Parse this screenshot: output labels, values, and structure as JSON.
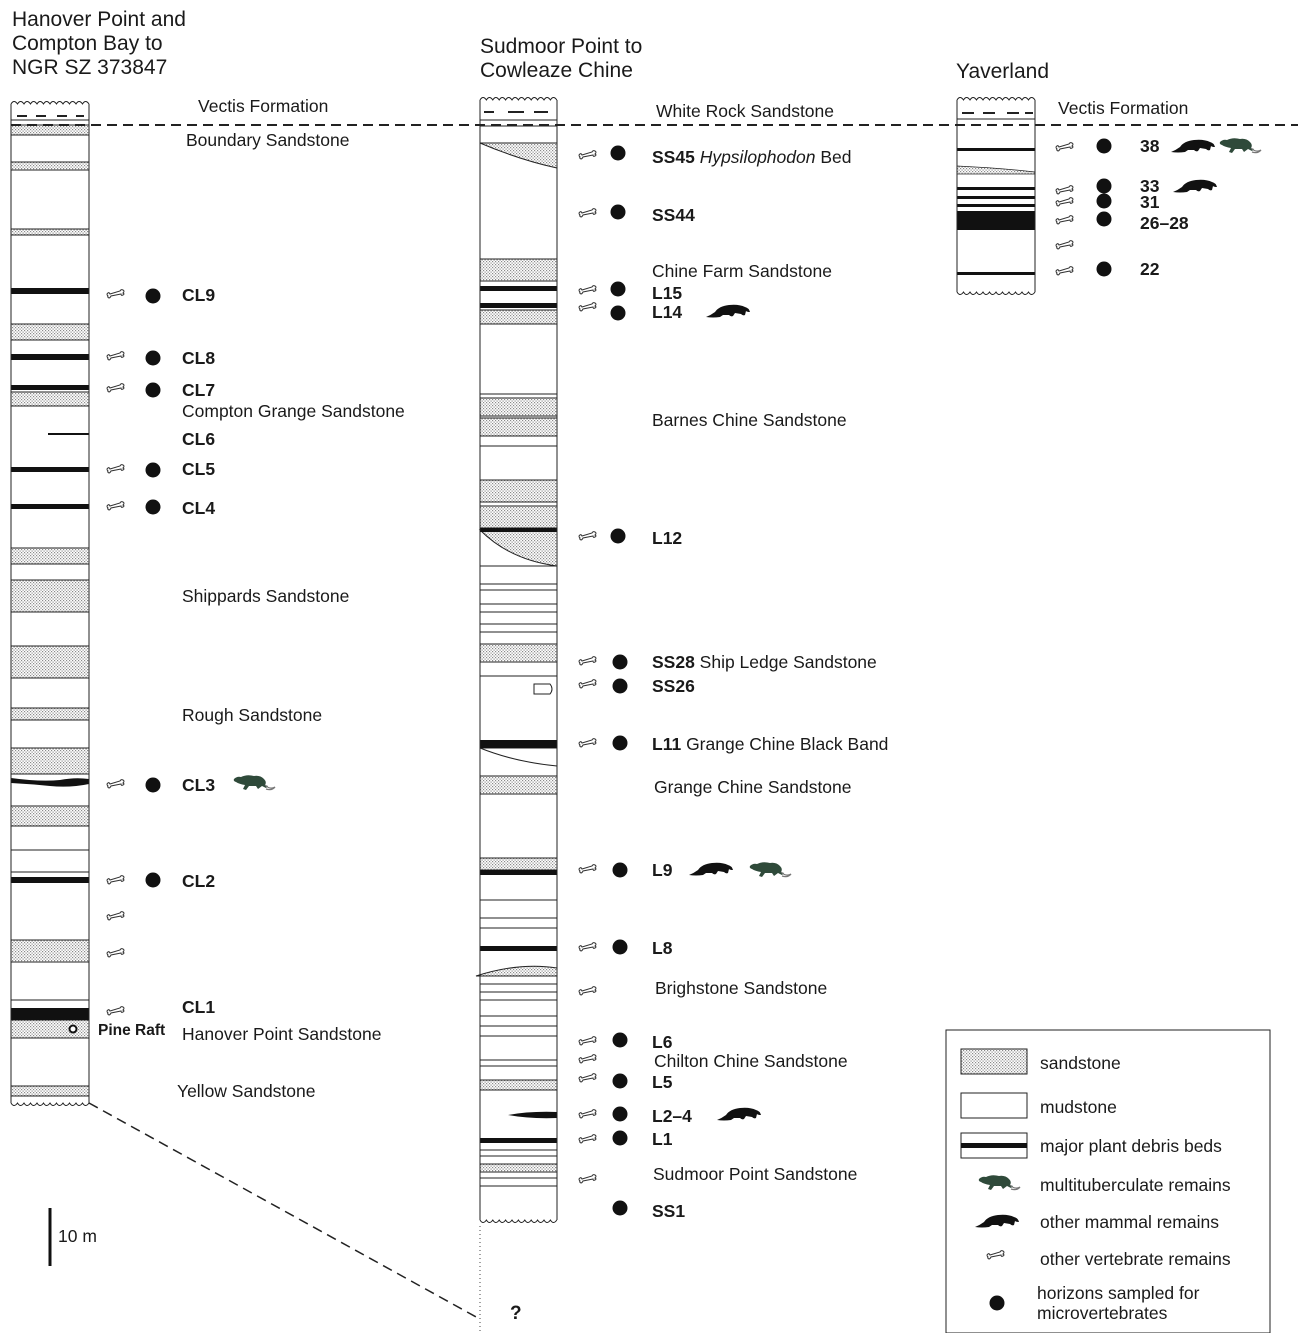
{
  "sections": [
    {
      "key": "hanover",
      "title": "Hanover Point and\nCompton Bay to\nNGR SZ 373847"
    },
    {
      "key": "sudmoor",
      "title": "Sudmoor Point to\nCowleaze Chine"
    },
    {
      "key": "yaverland",
      "title": "Yaverland"
    }
  ],
  "units": {
    "hanover": [
      "Vectis Formation",
      "Boundary Sandstone",
      "Compton Grange Sandstone",
      "Shippards Sandstone",
      "Rough Sandstone",
      "Hanover Point Sandstone",
      "Yellow Sandstone"
    ],
    "sudmoor": [
      "White Rock Sandstone",
      "Chine Farm Sandstone",
      "Barnes Chine Sandstone",
      "Grange Chine Sandstone",
      "Brighstone Sandstone",
      "Chilton Chine Sandstone",
      "Sudmoor Point Sandstone"
    ],
    "yaverland": [
      "Vectis Formation"
    ]
  },
  "horizons": {
    "hanover": [
      {
        "code": "CL9",
        "desc": ""
      },
      {
        "code": "CL8",
        "desc": ""
      },
      {
        "code": "CL7",
        "desc": ""
      },
      {
        "code": "CL6",
        "desc": ""
      },
      {
        "code": "CL5",
        "desc": ""
      },
      {
        "code": "CL4",
        "desc": ""
      },
      {
        "code": "CL3",
        "desc": ""
      },
      {
        "code": "CL2",
        "desc": ""
      },
      {
        "code": "CL1",
        "desc": ""
      }
    ],
    "sudmoor": [
      {
        "code": "SS45",
        "desc_italic": "Hypsilophodon",
        "desc": " Bed"
      },
      {
        "code": "SS44",
        "desc": ""
      },
      {
        "code": "L15",
        "desc": ""
      },
      {
        "code": "L14",
        "desc": ""
      },
      {
        "code": "L12",
        "desc": ""
      },
      {
        "code": "SS28",
        "desc": " Ship Ledge Sandstone"
      },
      {
        "code": "SS26",
        "desc": ""
      },
      {
        "code": "L11",
        "desc": " Grange Chine Black Band"
      },
      {
        "code": "L9",
        "desc": ""
      },
      {
        "code": "L8",
        "desc": ""
      },
      {
        "code": "L6",
        "desc": ""
      },
      {
        "code": "L5",
        "desc": ""
      },
      {
        "code": "L2–4",
        "desc": ""
      },
      {
        "code": "L1",
        "desc": ""
      },
      {
        "code": "SS1",
        "desc": ""
      }
    ],
    "yaverland": [
      {
        "code": "38",
        "desc": ""
      },
      {
        "code": "33",
        "desc": ""
      },
      {
        "code": "31",
        "desc": ""
      },
      {
        "code": "26–28",
        "desc": ""
      },
      {
        "code": "22",
        "desc": ""
      }
    ]
  },
  "pine_raft": "Pine Raft",
  "scale_bar": "10 m",
  "unknown_mark": "?",
  "legend": [
    {
      "icon": "sandstone-swatch",
      "label": "sandstone"
    },
    {
      "icon": "mudstone-swatch",
      "label": "mudstone"
    },
    {
      "icon": "plant-debris-swatch",
      "label": "major plant debris beds"
    },
    {
      "icon": "multituberculate-icon",
      "label": "multituberculate remains"
    },
    {
      "icon": "mammal-icon",
      "label": "other mammal remains"
    },
    {
      "icon": "bone-icon",
      "label": "other vertebrate remains"
    },
    {
      "icon": "dot-icon",
      "label": "horizons sampled for\nmicrovertebrates"
    }
  ],
  "colors": {
    "ink": "#1a1a1a",
    "sandstone_fill": "#d9d9d9",
    "mammal_fill": "#111111",
    "multituberculate_fill": "#2f4a3a"
  }
}
